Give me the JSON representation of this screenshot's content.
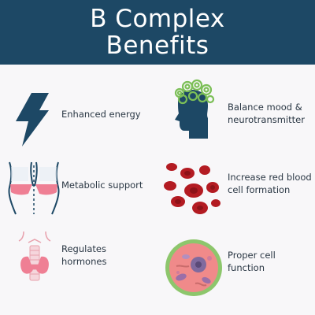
{
  "header": {
    "title_line1": "B Complex",
    "title_line2": "Benefits"
  },
  "colors": {
    "header_bg": "#1d4865",
    "panel_bg": "#f8f7f9",
    "icon_navy": "#1d4865",
    "accent_pink": "#ef7f94",
    "blood_red": "#b31b22",
    "cell_green": "#8dc66c"
  },
  "benefits": [
    {
      "icon": "lightning-icon",
      "label_line1": "Enhanced energy",
      "label_line2": ""
    },
    {
      "icon": "head-brain-swirl-icon",
      "label_line1": "Balance mood &",
      "label_line2": "neurotransmitter"
    },
    {
      "icon": "waist-torso-icon",
      "label_line1": "Metabolic support",
      "label_line2": ""
    },
    {
      "icon": "red-blood-cells-icon",
      "label_line1": "Increase red blood",
      "label_line2": "cell formation"
    },
    {
      "icon": "thyroid-gland-icon",
      "label_line1": "Regulates",
      "label_line2": "hormones"
    },
    {
      "icon": "cell-icon",
      "label_line1": "Proper cell",
      "label_line2": "function"
    }
  ]
}
